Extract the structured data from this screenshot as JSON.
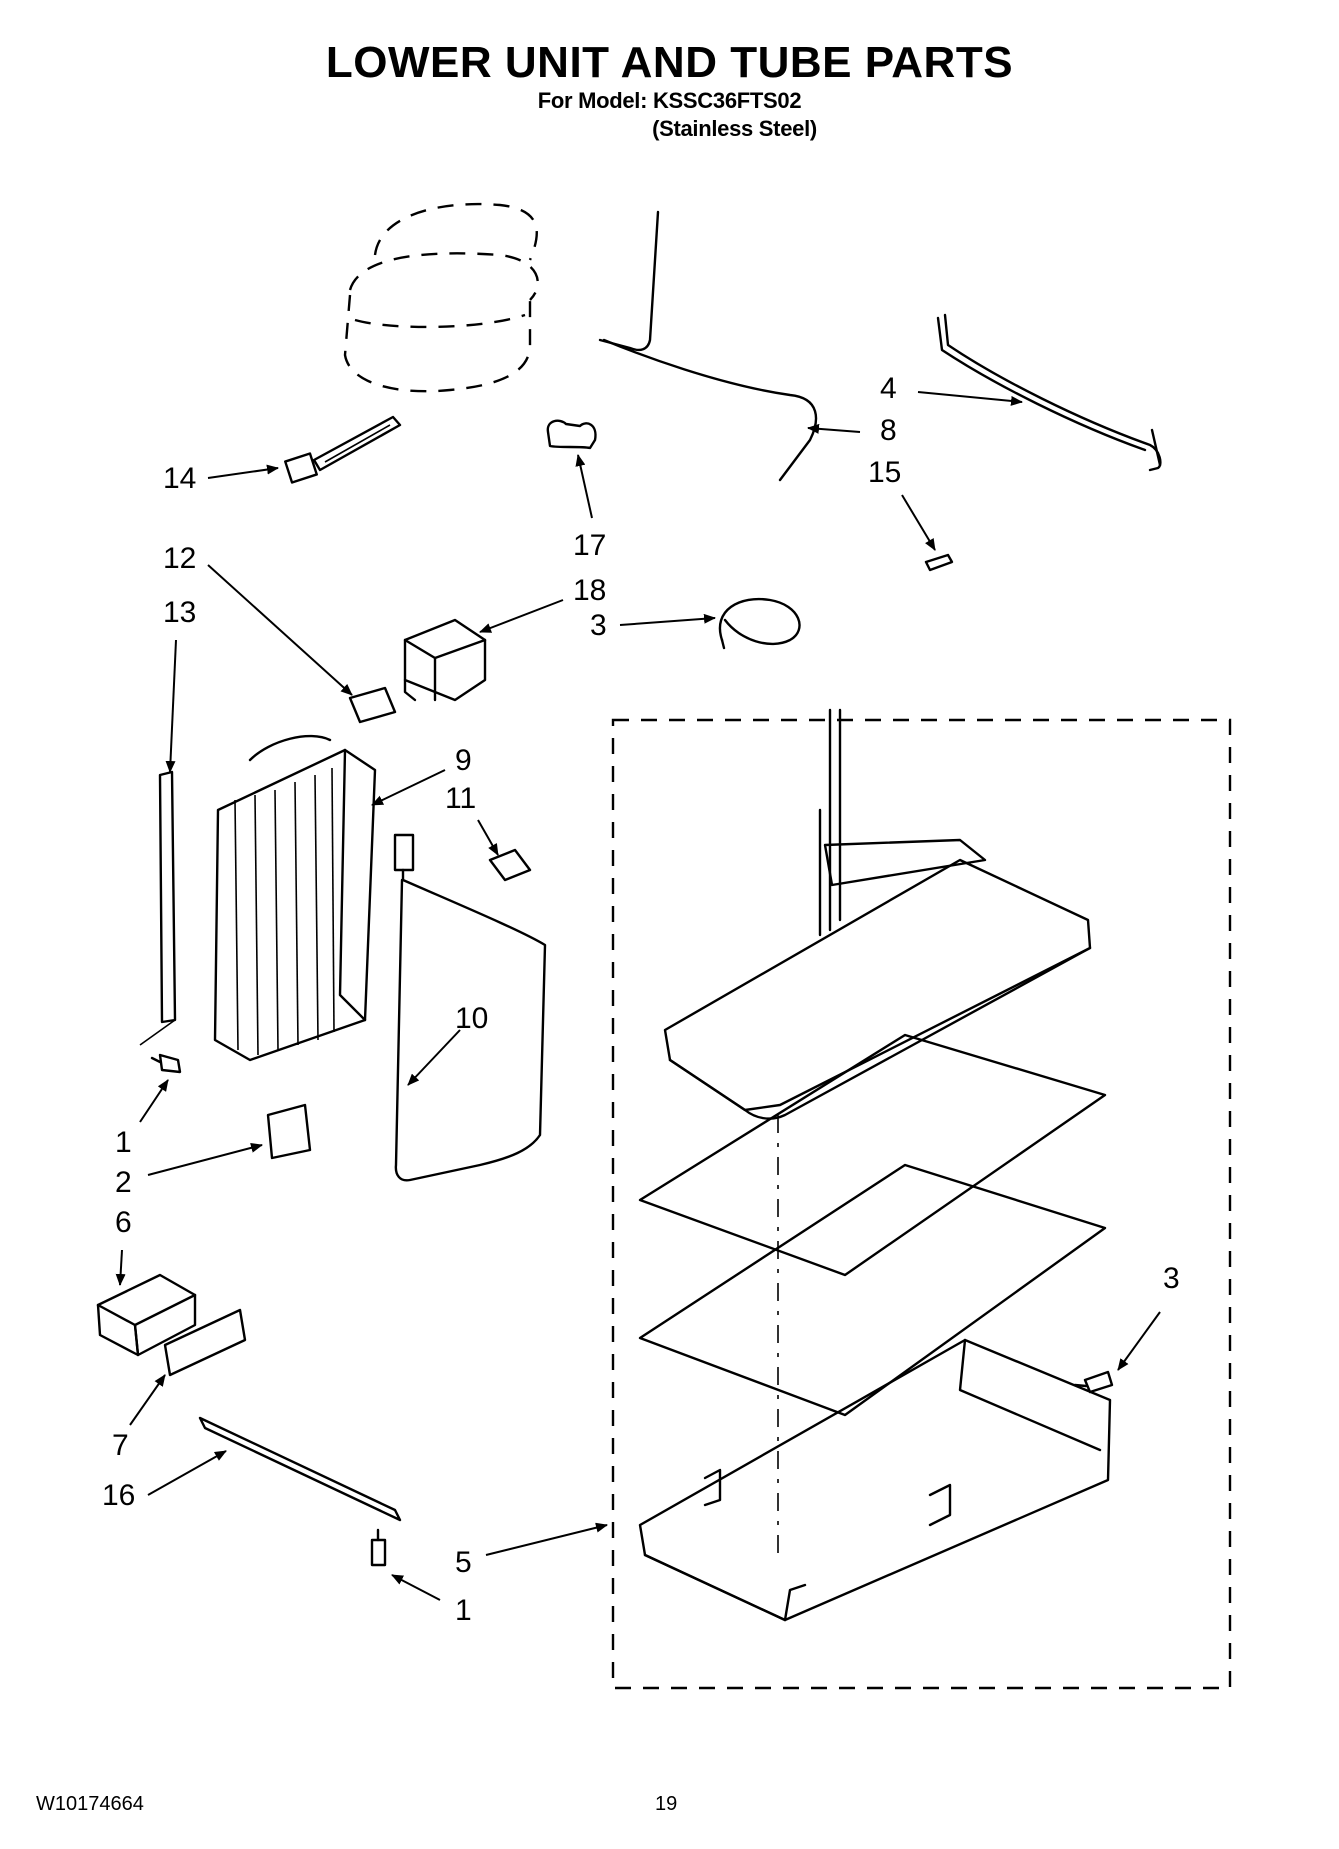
{
  "header": {
    "title": "LOWER UNIT AND TUBE PARTS",
    "model_line": "For Model: KSSC36FTS02",
    "finish_line": "(Stainless Steel)"
  },
  "footer": {
    "doc_number": "W10174664",
    "page_number": "19"
  },
  "callouts": [
    {
      "id": "c4",
      "label": "4"
    },
    {
      "id": "c8",
      "label": "8"
    },
    {
      "id": "c15",
      "label": "15"
    },
    {
      "id": "c14",
      "label": "14"
    },
    {
      "id": "c17",
      "label": "17"
    },
    {
      "id": "c12",
      "label": "12"
    },
    {
      "id": "c13",
      "label": "13"
    },
    {
      "id": "c18",
      "label": "18"
    },
    {
      "id": "c3a",
      "label": "3"
    },
    {
      "id": "c9",
      "label": "9"
    },
    {
      "id": "c11",
      "label": "11"
    },
    {
      "id": "c10",
      "label": "10"
    },
    {
      "id": "c1a",
      "label": "1"
    },
    {
      "id": "c2",
      "label": "2"
    },
    {
      "id": "c6",
      "label": "6"
    },
    {
      "id": "c3b",
      "label": "3"
    },
    {
      "id": "c7",
      "label": "7"
    },
    {
      "id": "c16",
      "label": "16"
    },
    {
      "id": "c5",
      "label": "5"
    },
    {
      "id": "c1b",
      "label": "1"
    }
  ]
}
